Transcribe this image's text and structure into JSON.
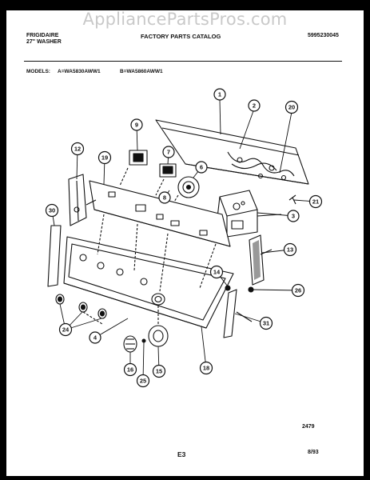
{
  "watermark": "AppliancePartsPros.com",
  "header": {
    "brand": "FRIGIDAIRE",
    "product": "27\" WASHER",
    "catalog_title": "FACTORY PARTS CATALOG",
    "catalog_number": "5995230045",
    "models_label": "MODELS:",
    "model_a": "A=WA5830AWW1",
    "model_b": "B=WA5860AWW1"
  },
  "callouts": [
    "1",
    "2",
    "20",
    "9",
    "7",
    "6",
    "8",
    "21",
    "3",
    "12",
    "19",
    "30",
    "13",
    "14",
    "26",
    "31",
    "24",
    "4",
    "16",
    "25",
    "15",
    "18"
  ],
  "footer": {
    "drawing_number": "2479",
    "page": "E3",
    "date": "8/93"
  }
}
